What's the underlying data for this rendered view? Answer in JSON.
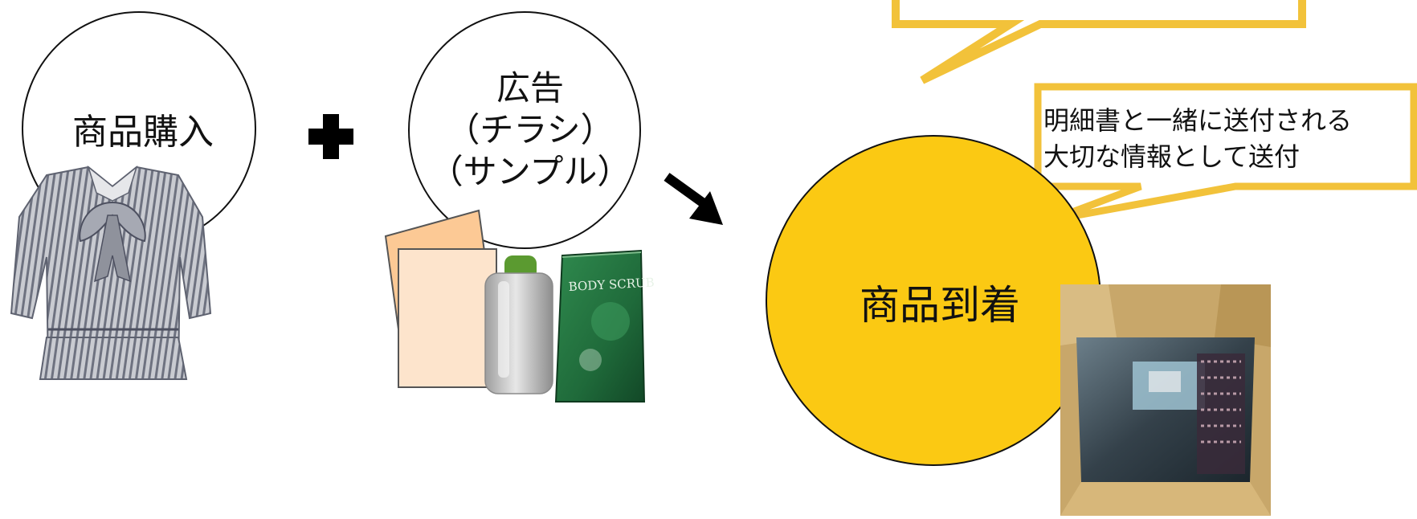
{
  "diagram": {
    "nodes": [
      {
        "id": "purchase",
        "label": "商品購入"
      },
      {
        "id": "advertisement",
        "lines": [
          "広告",
          "（チラシ）",
          "（サンプル）"
        ]
      },
      {
        "id": "arrival",
        "label": "商品到着"
      }
    ],
    "callout": {
      "lines": [
        "明細書と一緒に送付される",
        "大切な情報として送付"
      ]
    },
    "colors": {
      "arrival_fill": "#fbc913",
      "callout_border": "#f2c23a",
      "flyer_back": "#fcc995",
      "flyer_front": "#fde4cc",
      "sachet_green": "#1f6a3a",
      "box_cardboard": "#c8a76a"
    },
    "icons": [
      "blouse-image",
      "plus-icon",
      "flyer-sheets",
      "sample-bottle",
      "body-scrub-sachet",
      "arrow-icon",
      "package-box-image"
    ],
    "image_text": {
      "sachet": "BODY SCRUB"
    }
  }
}
